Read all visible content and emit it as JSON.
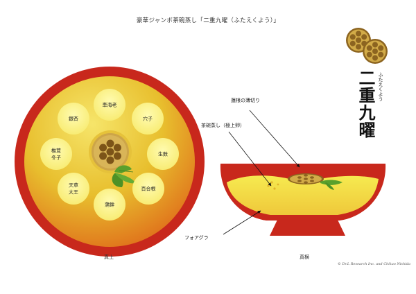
{
  "title": "豪華ジャンボ茶碗蒸し「二重九曜（ふたえくよう）」",
  "brand": {
    "name": "二重九曜",
    "reading": "ふたえくよう"
  },
  "top_view": {
    "caption": "真上",
    "items": [
      {
        "label": "車海老"
      },
      {
        "label": "穴子"
      },
      {
        "label": "生麩"
      },
      {
        "label": "百合根"
      },
      {
        "label": "蒲鉾"
      },
      {
        "label": "天草大王"
      },
      {
        "label": "椎茸冬子"
      },
      {
        "label": "銀杏"
      }
    ]
  },
  "side_view": {
    "caption": "真横",
    "annotations": {
      "lotus": "蓮根の薄切り",
      "custard": "茶碗蒸し（極上卵）",
      "foie": "フォアグラ"
    }
  },
  "copyright": "© Dr.L Research Inc. and Chikao Nishida",
  "colors": {
    "lacquer_red": "#c8281c",
    "rim_orange": "#e2801e",
    "gold": "#e9c02c",
    "custard_yellow": "#f2e43c",
    "lotus_brown": "#8c6420",
    "lotus_tan": "#d6b04c",
    "leaf_green": "#5aa02c"
  }
}
